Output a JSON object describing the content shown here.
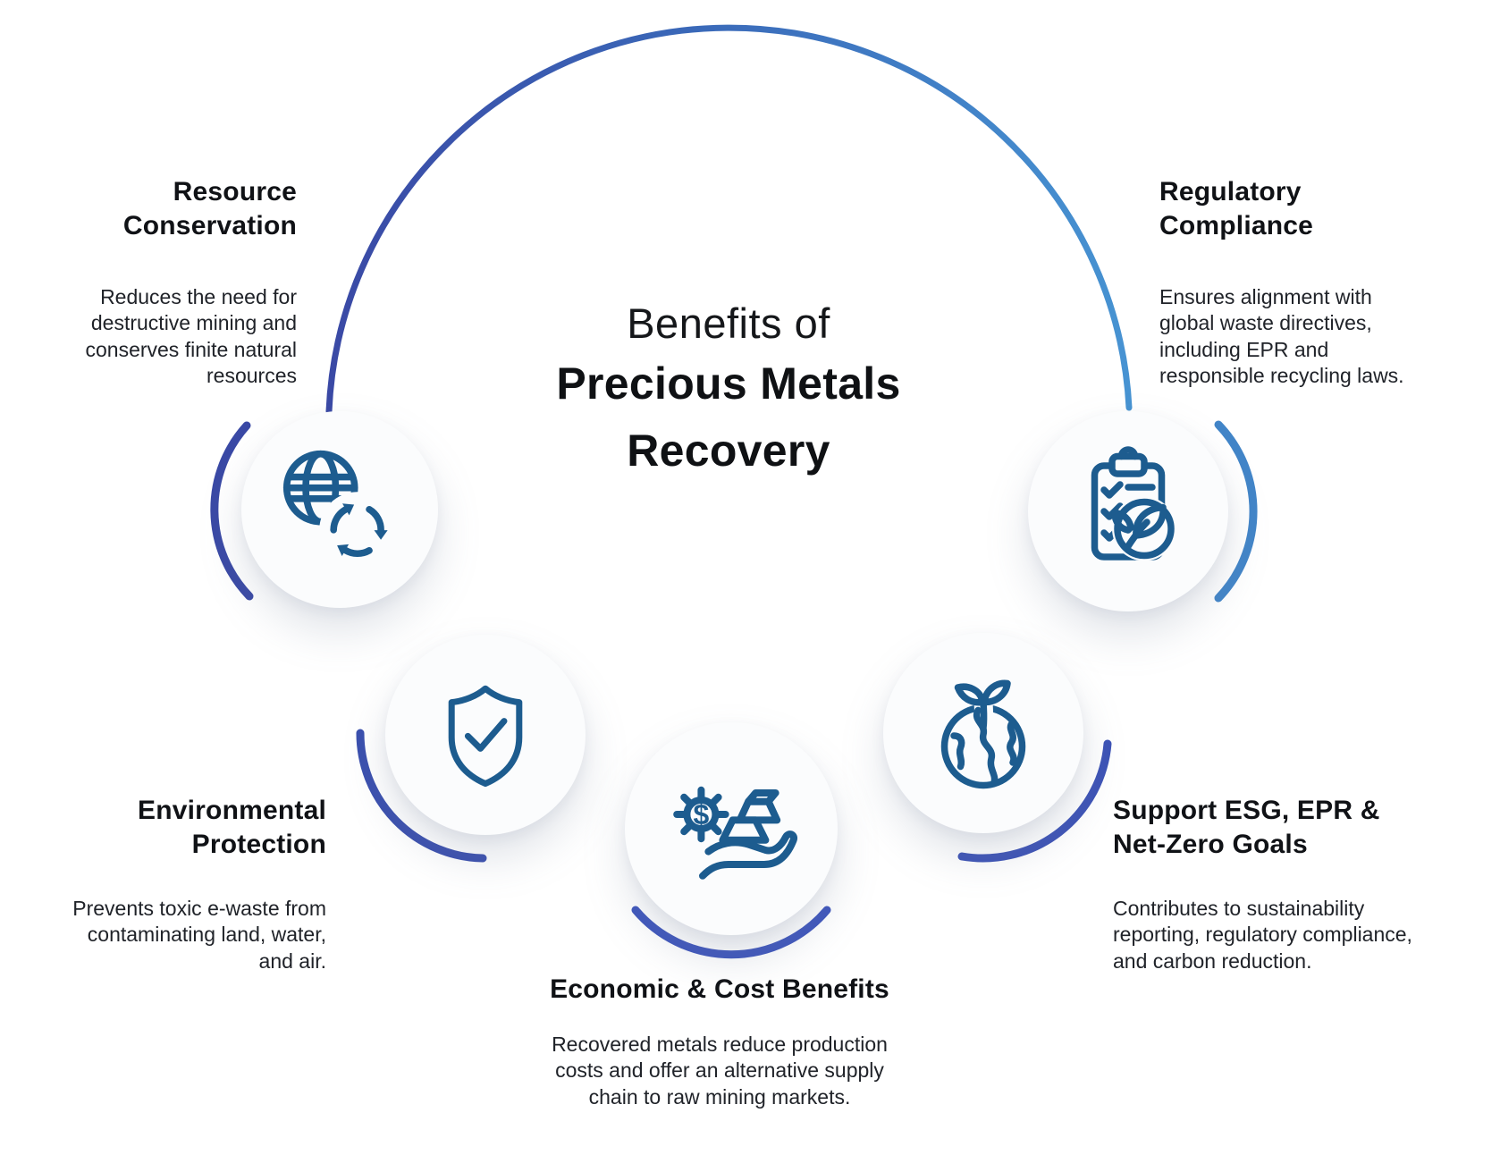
{
  "title": {
    "line1": "Benefits of",
    "line2": "Precious Metals",
    "line3": "Recovery"
  },
  "items": [
    {
      "id": "resource-conservation",
      "title": "Resource Conservation",
      "description": "Reduces the need for destructive mining and conserves finite natural resources",
      "icon": "globe-recycle-icon"
    },
    {
      "id": "regulatory-compliance",
      "title": "Regulatory Compliance",
      "description": "Ensures alignment with global waste directives, including EPR and responsible recycling laws.",
      "icon": "clipboard-checklist-leaf-icon"
    },
    {
      "id": "environmental-protection",
      "title": "Environmental Protection",
      "description": "Prevents toxic e-waste from contaminating land, water, and air.",
      "icon": "shield-check-icon"
    },
    {
      "id": "economic-cost-benefits",
      "title": "Economic & Cost Benefits",
      "description": "Recovered metals reduce production costs and offer an alternative supply chain to raw mining markets.",
      "icon": "gear-dollar-ingots-hand-icon"
    },
    {
      "id": "support-esg-epr-net-zero",
      "title": "Support ESG, EPR & Net-Zero Goals",
      "description": "Contributes to sustainability reporting, regulatory compliance, and carbon reduction.",
      "icon": "globe-sprout-icon"
    }
  ],
  "icon_glyphs": {
    "dollar_sign": "$"
  },
  "palette": {
    "icon_stroke": "#1D5C8F",
    "arc_indigo": "#3A49A5",
    "arc_mid_blue": "#3A68B8",
    "arc_light_blue": "#4793D2",
    "arc_royal_blue": "#3E55BC",
    "circle_fill": "#FBFCFD",
    "heading_text": "#101216",
    "body_text": "#202329"
  }
}
